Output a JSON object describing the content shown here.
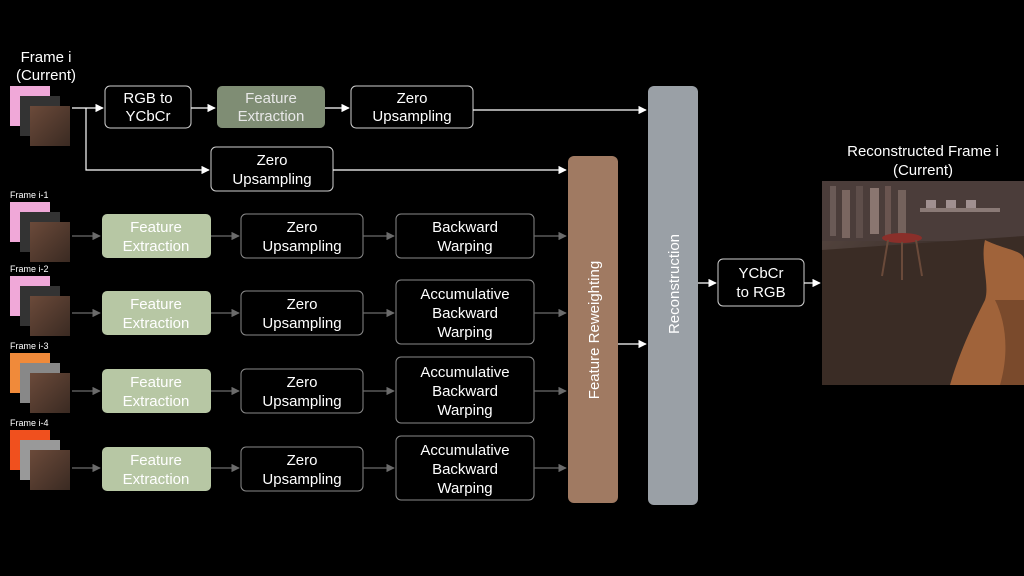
{
  "colors": {
    "background": "#000000",
    "feature_extraction_top": "#7f8d74",
    "feature_extraction": "#b7c7a4",
    "feature_reweighting": "#a07a62",
    "reconstruction": "#9aa0a6",
    "outline": "#cfcfcf",
    "arrow": "#ffffff",
    "arrow_dim": "#6b6b6b"
  },
  "labels": {
    "frame_current_line1": "Frame i",
    "frame_current_line2": "(Current)",
    "frame_i1": "Frame i-1",
    "frame_i2": "Frame i-2",
    "frame_i3": "Frame i-3",
    "frame_i4": "Frame i-4",
    "output_line1": "Reconstructed Frame i",
    "output_line2": "(Current)"
  },
  "boxes": {
    "rgb_to_ycbcr": [
      "RGB to",
      "YCbCr"
    ],
    "feature_extraction": [
      "Feature",
      "Extraction"
    ],
    "zero_upsampling": [
      "Zero",
      "Upsampling"
    ],
    "backward_warping": [
      "Backward",
      "Warping"
    ],
    "accumulative_backward_warping": [
      "Accumulative",
      "Backward",
      "Warping"
    ],
    "feature_reweighting": "Feature Reweighting",
    "reconstruction": "Reconstruction",
    "ycbcr_to_rgb": [
      "YCbCr",
      "to RGB"
    ]
  },
  "icons": {
    "frame_stack": "stacked-frame-thumbnails-icon",
    "output_image": "reconstructed-room-image"
  }
}
